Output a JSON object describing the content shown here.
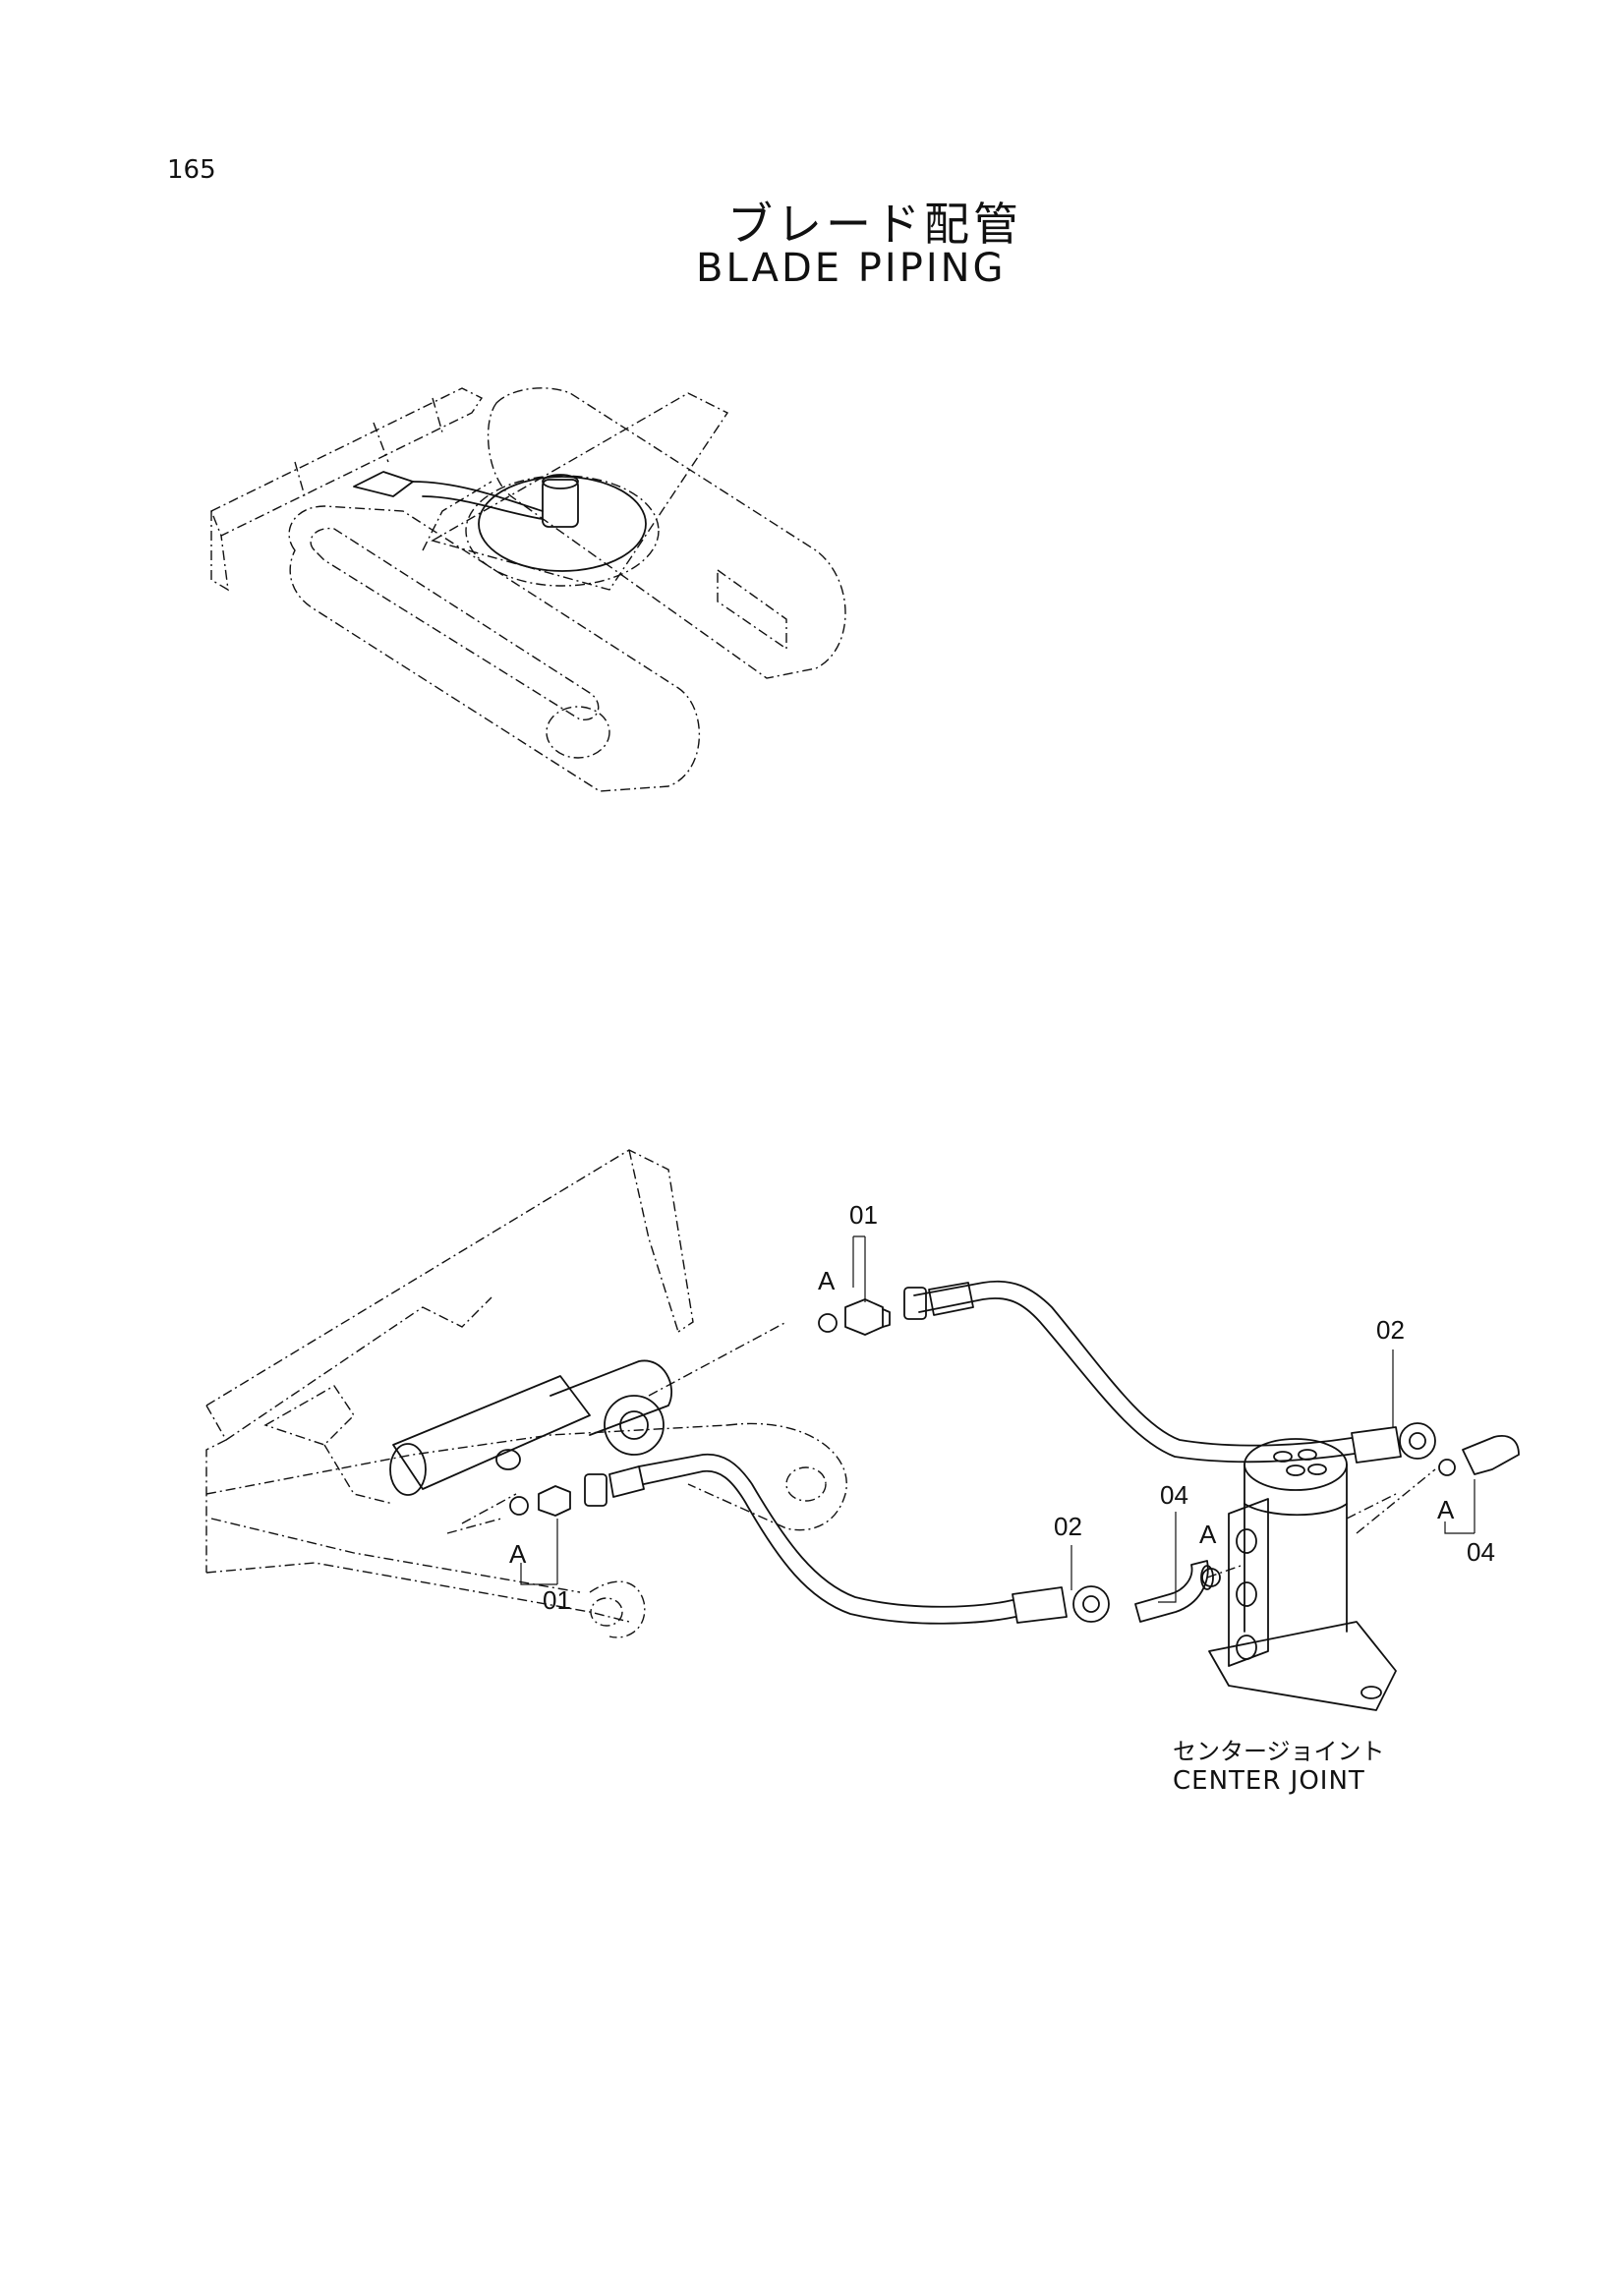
{
  "page": {
    "number": "165",
    "title_jp": "ブレード配管",
    "title_en": "BLADE PIPING"
  },
  "callouts": {
    "c01_top": "01",
    "c01_bottom": "01",
    "c02_right": "02",
    "c02_mid": "02",
    "c04_left": "04",
    "c04_right": "04",
    "a_top": "A",
    "a_bottom": "A",
    "a_joint": "A",
    "a_right": "A"
  },
  "caption": {
    "jp": "センタージョイント",
    "en": "CENTER JOINT"
  }
}
